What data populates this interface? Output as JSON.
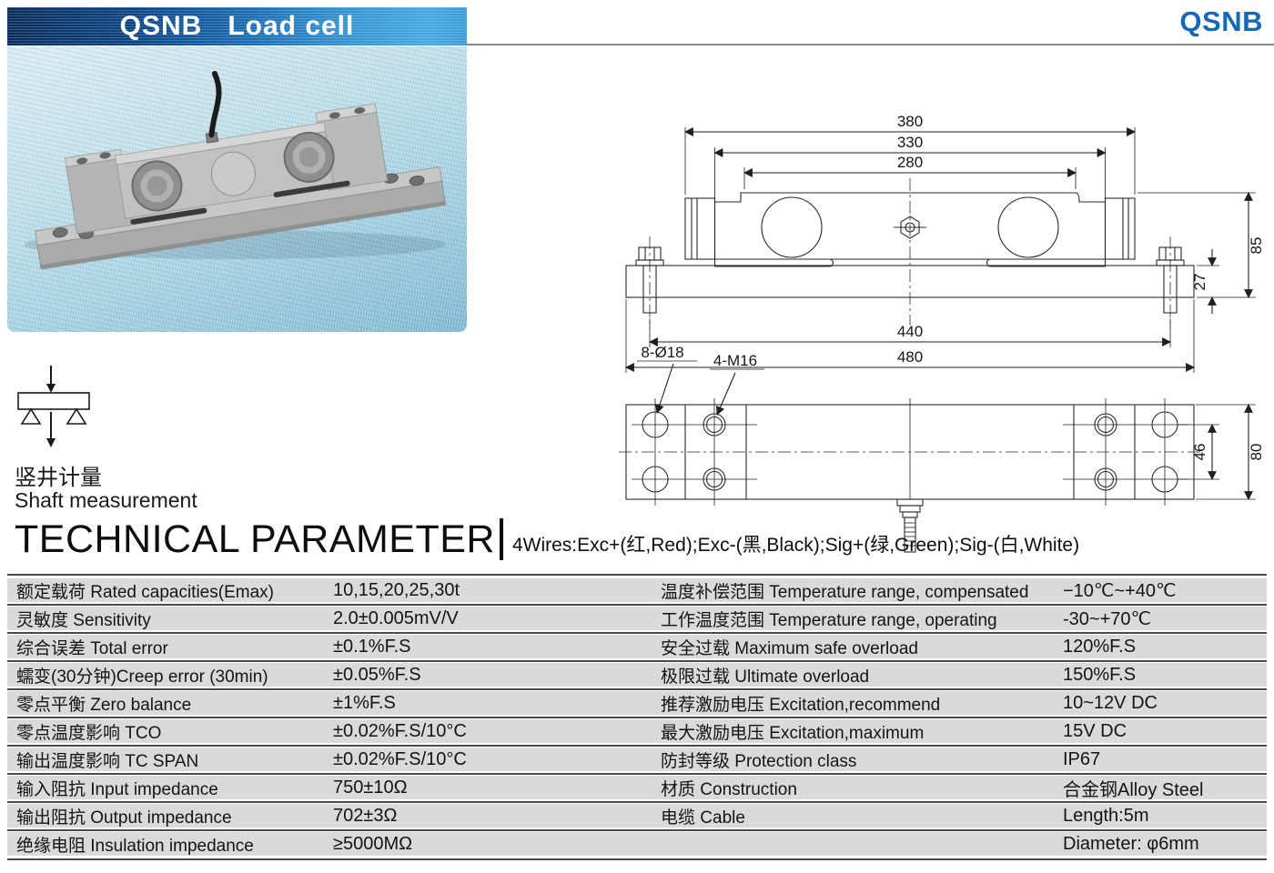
{
  "page": {
    "banner_title": "QSNB   Load cell",
    "brand_top_right": "QSNB"
  },
  "application": {
    "label_cn": "竖井计量",
    "label_en": "Shaft measurement"
  },
  "section": {
    "title": "TECHNICAL PARAMETER",
    "wiring_note": "4Wires:Exc+(红,Red);Exc-(黑,Black);Sig+(绿,Green);Sig-(白,White)"
  },
  "drawing": {
    "side_view": {
      "dim_380": "380",
      "dim_330": "330",
      "dim_280": "280",
      "dim_85": "85",
      "dim_27": "27",
      "dim_440": "440",
      "dim_480": "480"
    },
    "top_view": {
      "label_holes": "8-Ø18",
      "label_threads": "4-M16",
      "dim_46": "46",
      "dim_80": "80"
    }
  },
  "table": {
    "rows": [
      {
        "param_left": "额定载荷 Rated capacities(Emax)",
        "value_left": "10,15,20,25,30t",
        "param_right": "温度补偿范围 Temperature range, compensated",
        "value_right": "−10℃~+40℃"
      },
      {
        "param_left": "灵敏度 Sensitivity",
        "value_left": "2.0±0.005mV/V",
        "param_right": "工作温度范围 Temperature range, operating",
        "value_right": "-30~+70℃"
      },
      {
        "param_left": "综合误差 Total error",
        "value_left": "±0.1%F.S",
        "param_right": "安全过载  Maximum safe overload",
        "value_right": "120%F.S"
      },
      {
        "param_left": "蠕变(30分钟)Creep error (30min)",
        "value_left": "±0.05%F.S",
        "param_right": "极限过载  Ultimate overload",
        "value_right": "150%F.S"
      },
      {
        "param_left": "零点平衡 Zero balance",
        "value_left": "±1%F.S",
        "param_right": "推荐激励电压 Excitation,recommend",
        "value_right": "10~12V DC"
      },
      {
        "param_left": "零点温度影响 TCO",
        "value_left": "±0.02%F.S/10°C",
        "param_right": "最大激励电压 Excitation,maximum",
        "value_right": "15V DC"
      },
      {
        "param_left": "输出温度影响 TC SPAN",
        "value_left": "±0.02%F.S/10°C",
        "param_right": "防封等级  Protection class",
        "value_right": "IP67"
      },
      {
        "param_left": "输入阻抗 Input  impedance",
        "value_left": "750±10Ω",
        "param_right": "材质  Construction",
        "value_right": "合金钢Alloy Steel"
      },
      {
        "param_left": "输出阻抗 Output  impedance",
        "value_left": "702±3Ω",
        "param_right": "电缆 Cable",
        "value_right": "Length:5m"
      },
      {
        "param_left": "绝缘电阻 Insulation impedance",
        "value_left": "≥5000MΩ",
        "param_right": "",
        "value_right": "Diameter: φ6mm"
      }
    ]
  },
  "colors": {
    "accent_blue": "#1668b8",
    "banner_dark": "#0a2d59",
    "banner_light": "#45a8e0",
    "row_gray": "#d9dada"
  }
}
